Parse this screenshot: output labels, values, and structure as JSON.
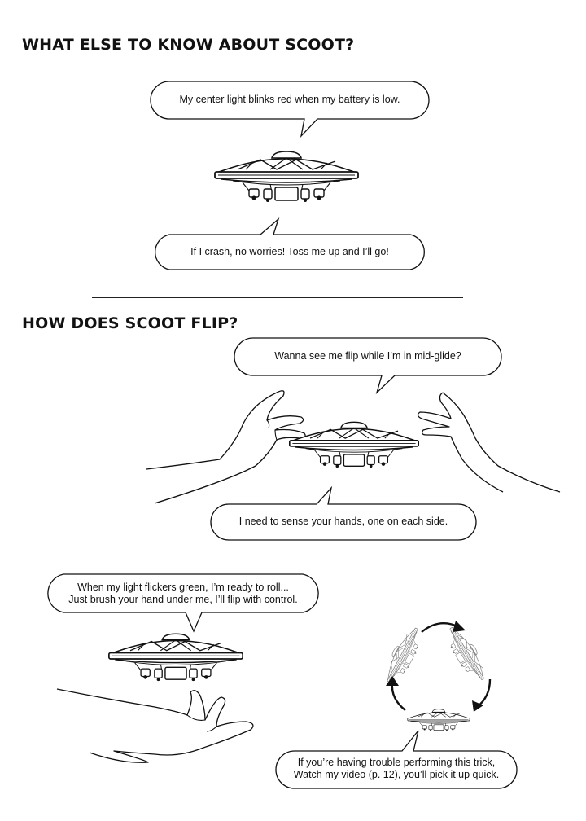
{
  "sections": {
    "know": {
      "title": "WHAT ELSE TO KNOW ABOUT SCOOT?",
      "bubble_battery": "My center light blinks red when my battery is low.",
      "bubble_crash": "If I crash, no worries! Toss me up and I’ll go!"
    },
    "flip": {
      "title": "HOW DOES SCOOT FLIP?",
      "bubble_midglide": "Wanna see me flip while I’m in mid-glide?",
      "bubble_hands": "I need to sense your hands, one on each side.",
      "bubble_green": [
        "When my light flickers green, I’m ready to roll...",
        "Just brush your hand under me, I’ll flip with control."
      ],
      "bubble_trouble": [
        "If you’re having trouble performing this trick,",
        "Watch my video (p. 12), you’ll pick it up quick."
      ]
    }
  },
  "icons": {
    "drone": "ufo-drone-icon",
    "hand": "hand-icon",
    "arrow": "curved-arrow-icon"
  },
  "colors": {
    "ink": "#111111",
    "faded_drone": "#9a9a9a",
    "background": "#ffffff"
  }
}
